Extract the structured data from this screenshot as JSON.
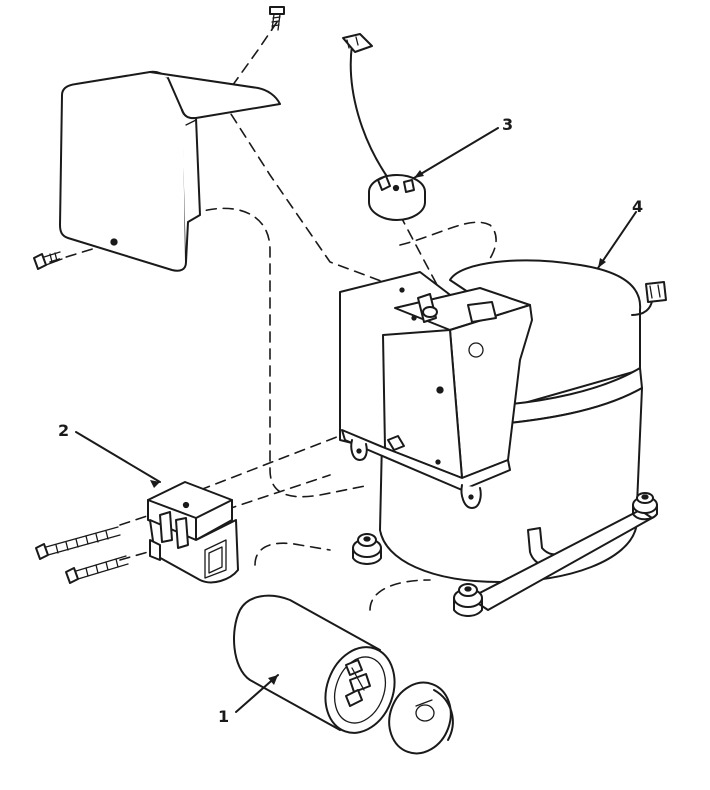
{
  "callouts": [
    {
      "id": "capacitor",
      "label": "1"
    },
    {
      "id": "relay",
      "label": "2"
    },
    {
      "id": "overload-protector",
      "label": "3"
    },
    {
      "id": "compressor",
      "label": "4"
    }
  ]
}
